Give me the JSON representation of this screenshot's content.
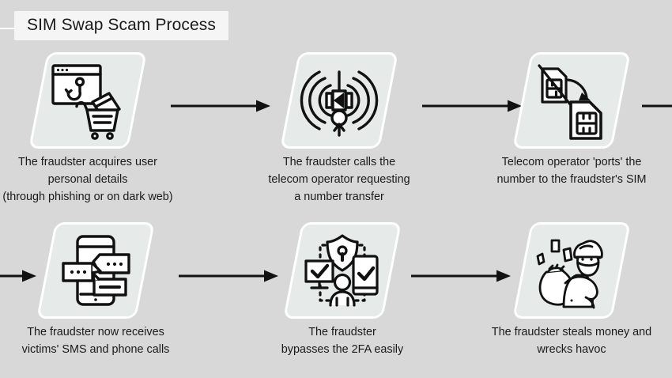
{
  "page": {
    "title": "SIM Swap Scam Process",
    "background_color": "#d8d8d8",
    "card_fill": "#e6eae9",
    "card_border": "#ffffff",
    "ink": "#1a1a1a",
    "title_box_bg": "#f5f5f5"
  },
  "diagram": {
    "type": "process-flow",
    "orientation": "two-row-serpentine-left-to-right",
    "step_count": 6,
    "steps": [
      {
        "index": 1,
        "icon": "phishing-browser-cart-icon",
        "caption": "The fraudster acquires user\npersonal details\n(through phishing or on dark web)"
      },
      {
        "index": 2,
        "icon": "cell-tower-signal-icon",
        "caption": "The fraudster calls the\ntelecom operator requesting\na number transfer"
      },
      {
        "index": 3,
        "icon": "sim-swap-icon",
        "caption": "Telecom operator 'ports' the\nnumber to the fraudster's SIM"
      },
      {
        "index": 4,
        "icon": "phone-sms-bubbles-icon",
        "caption": "The fraudster now receives\nvictims' SMS and phone calls"
      },
      {
        "index": 5,
        "icon": "two-factor-auth-shield-icon",
        "caption": "The fraudster\nbypasses the 2FA easily"
      },
      {
        "index": 6,
        "icon": "thief-money-bag-icon",
        "caption": "The fraudster steals money and\nwrecks havoc"
      }
    ],
    "connectors": [
      {
        "id": "arrow-1-to-2",
        "from": 1,
        "to": 2,
        "head": "right"
      },
      {
        "id": "arrow-2-to-3",
        "from": 2,
        "to": 3,
        "head": "right"
      },
      {
        "id": "arrow-3-to-offscreen",
        "from": 3,
        "to": "row-wrap",
        "head": "none"
      },
      {
        "id": "arrow-offscreen-to-4",
        "from": "row-wrap",
        "to": 4,
        "head": "right"
      },
      {
        "id": "arrow-4-to-5",
        "from": 4,
        "to": 5,
        "head": "right"
      },
      {
        "id": "arrow-5-to-6",
        "from": 5,
        "to": 6,
        "head": "right"
      }
    ]
  }
}
